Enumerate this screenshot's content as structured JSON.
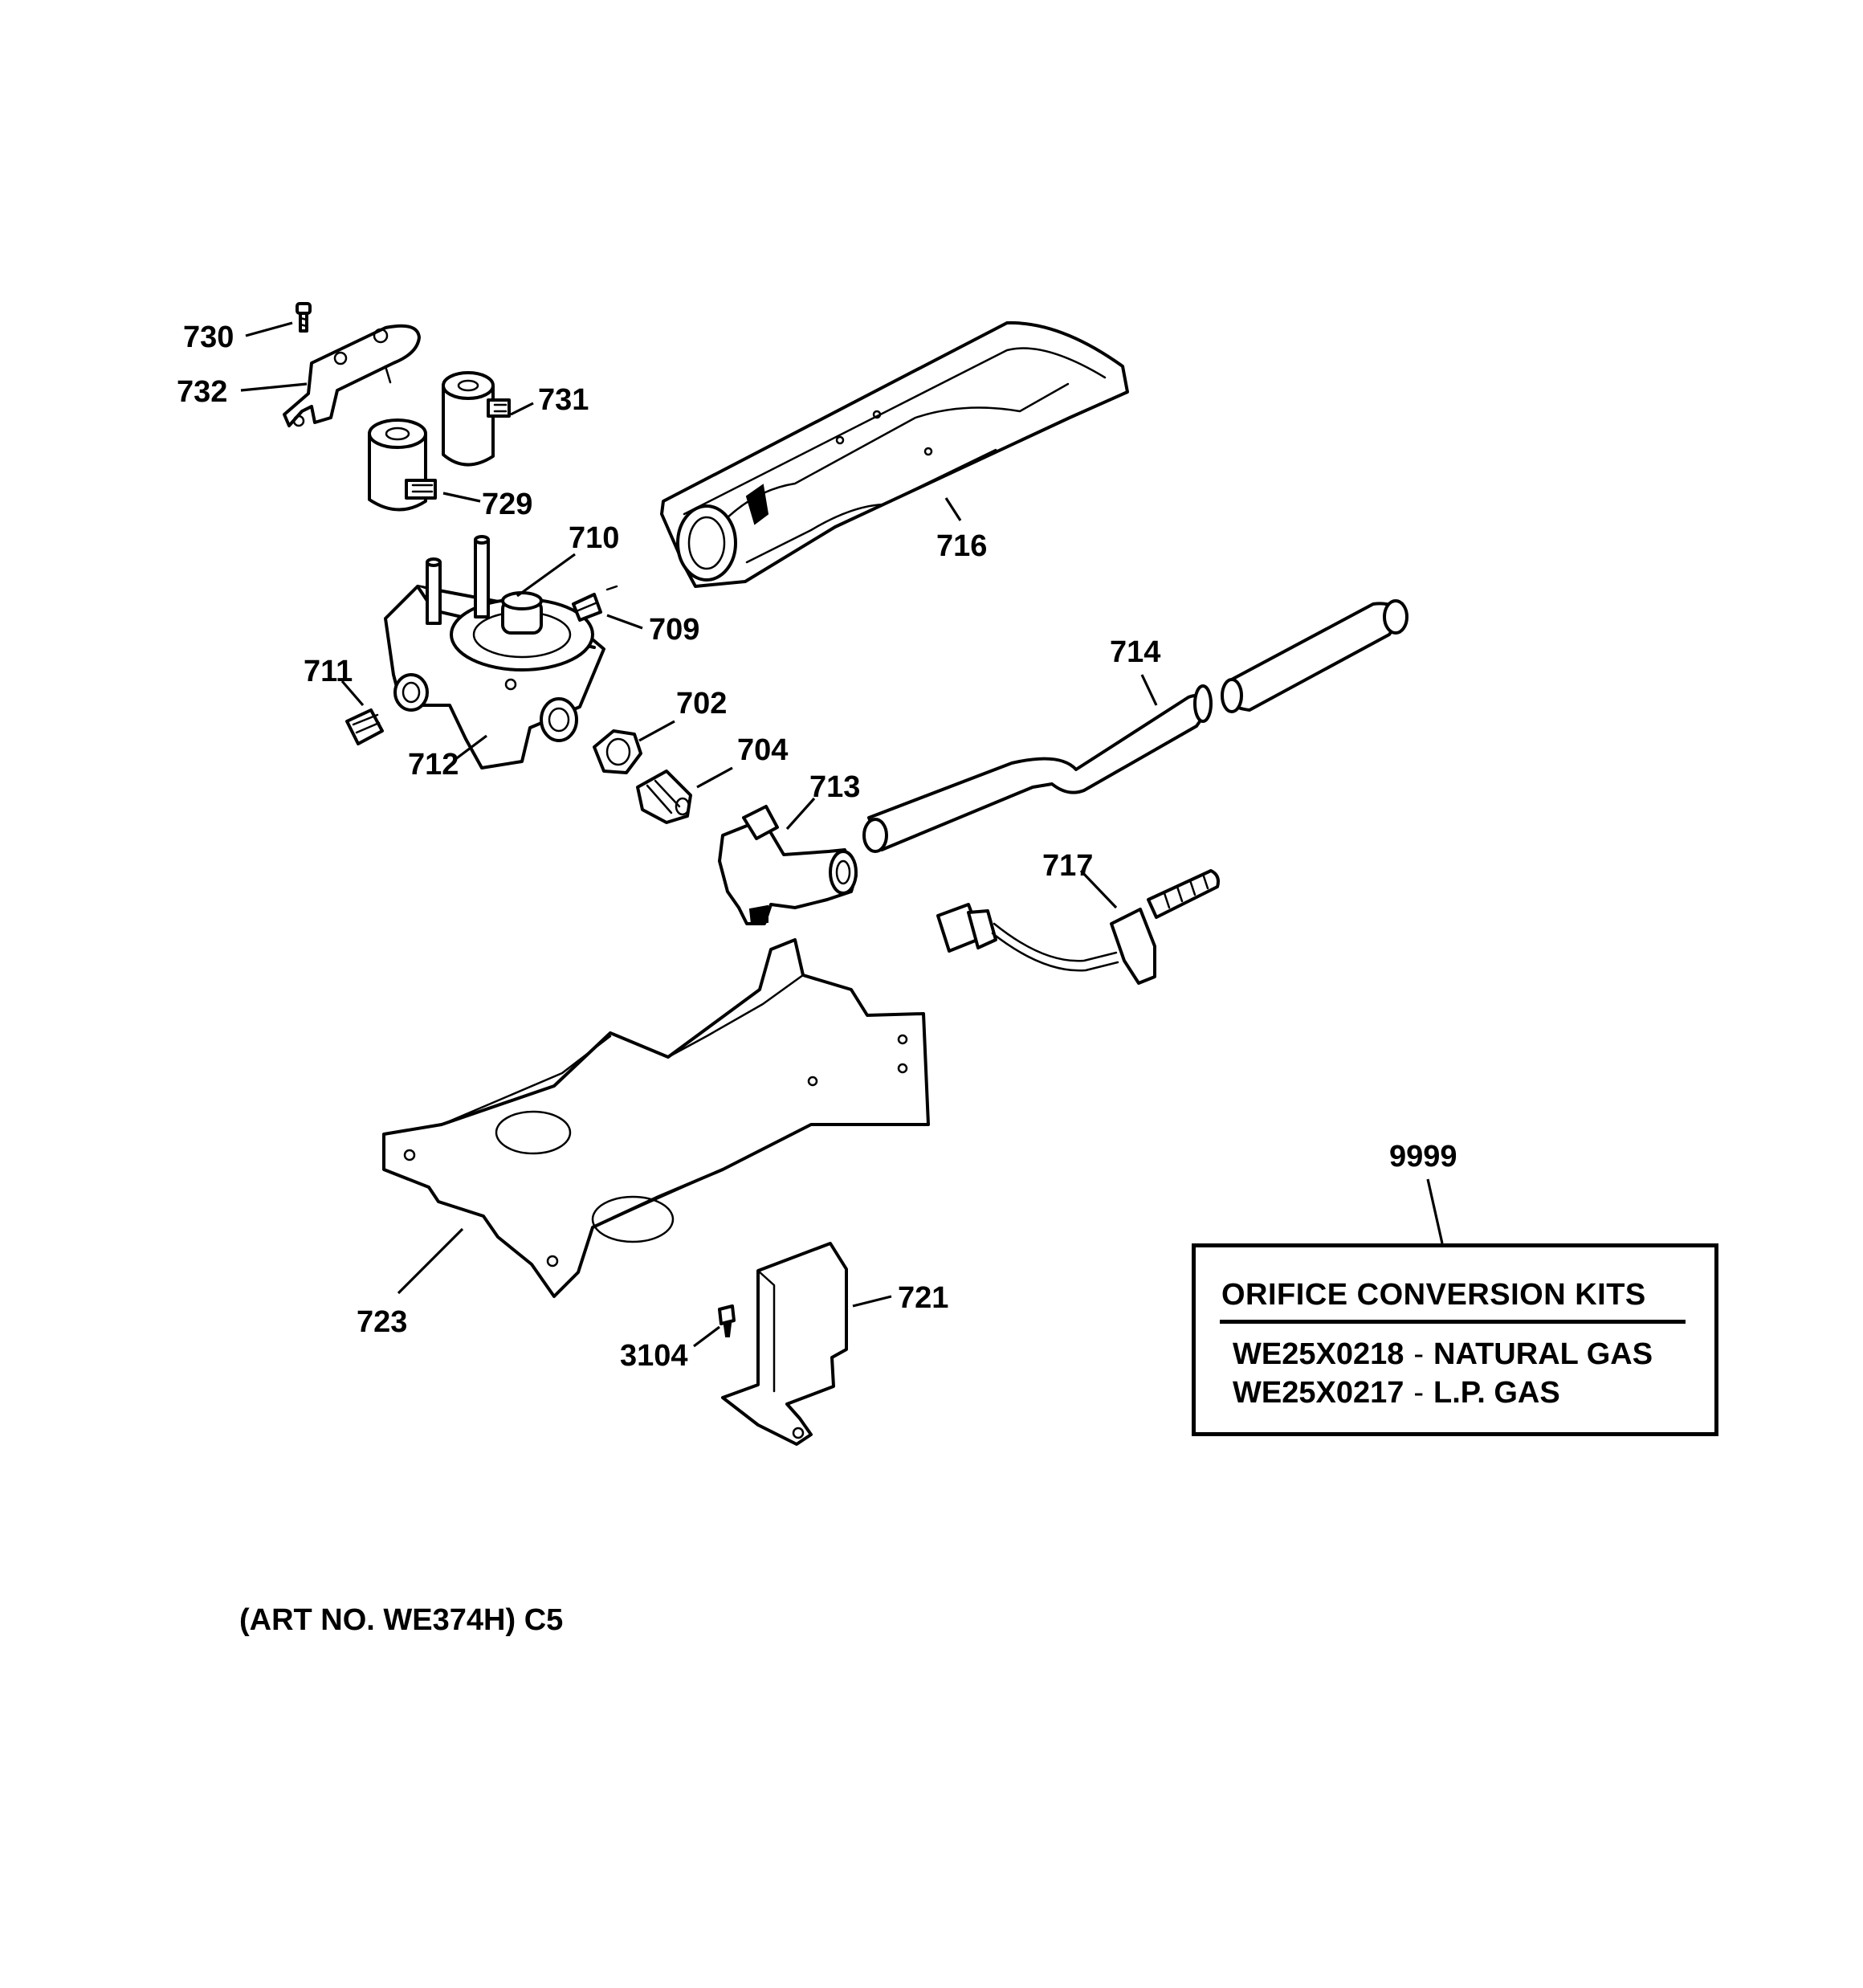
{
  "labels": {
    "l730": "730",
    "l732": "732",
    "l731": "731",
    "l729": "729",
    "l716": "716",
    "l710": "710",
    "l709": "709",
    "l711": "711",
    "l712": "712",
    "l702": "702",
    "l704": "704",
    "l713": "713",
    "l714": "714",
    "l717": "717",
    "l723": "723",
    "l721": "721",
    "l3104": "3104",
    "l9999": "9999"
  },
  "kit_box": {
    "title": "ORIFICE CONVERSION KITS",
    "rows": [
      {
        "part": "WE25X0218",
        "separator": "-",
        "description": "NATURAL GAS"
      },
      {
        "part": "WE25X0217",
        "separator": "-",
        "description": "L.P. GAS"
      }
    ]
  },
  "art_number": "(ART NO. WE374H) C5"
}
